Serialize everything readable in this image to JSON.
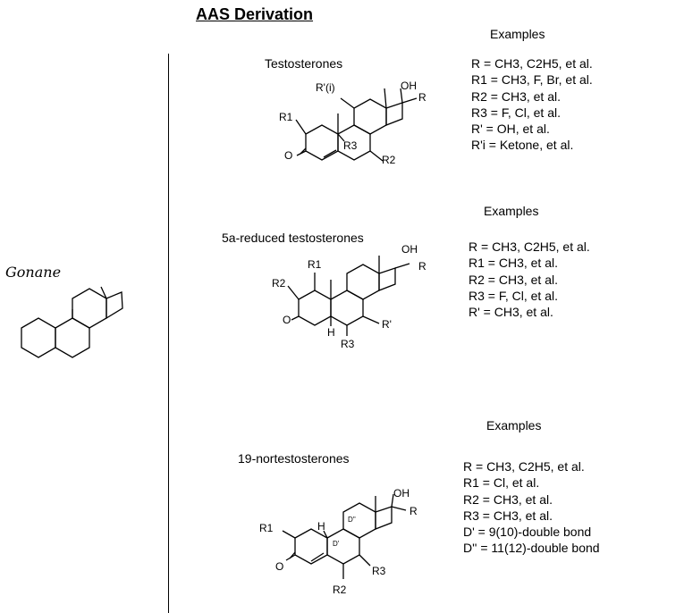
{
  "title": "AAS Derivation",
  "gonane": {
    "label": "Gonane"
  },
  "sections": [
    {
      "name": "Testosterones",
      "examples_heading": "Examples",
      "structure_labels": [
        "R'(i)",
        "OH",
        "R",
        "R1",
        "R3",
        "O",
        "R2"
      ],
      "examples": [
        "R = CH3, C2H5, et al.",
        "R1 = CH3, F, Br, et al.",
        "R2 = CH3, et al.",
        "R3 = F, Cl, et al.",
        "R' = OH, et al.",
        "R'i = Ketone, et al."
      ]
    },
    {
      "name": "5a-reduced testosterones",
      "examples_heading": "Examples",
      "structure_labels": [
        "OH",
        "R",
        "R1",
        "R2",
        "O",
        "H",
        "R3",
        "R'"
      ],
      "examples": [
        "R = CH3, C2H5, et al.",
        "R1 = CH3, et al.",
        "R2 = CH3, et al.",
        "R3 = F, Cl, et al.",
        "R' = CH3, et al."
      ]
    },
    {
      "name": "19-nortestosterones",
      "examples_heading": "Examples",
      "structure_labels": [
        "OH",
        "R",
        "D''",
        "H",
        "D'",
        "R1",
        "O",
        "R3",
        "R2"
      ],
      "examples": [
        "R = CH3, C2H5, et al.",
        "R1 = Cl, et al.",
        "R2 = CH3, et al.",
        "R3 = CH3, et al.",
        "D' = 9(10)-double bond",
        "D'' = 11(12)-double bond"
      ]
    }
  ]
}
